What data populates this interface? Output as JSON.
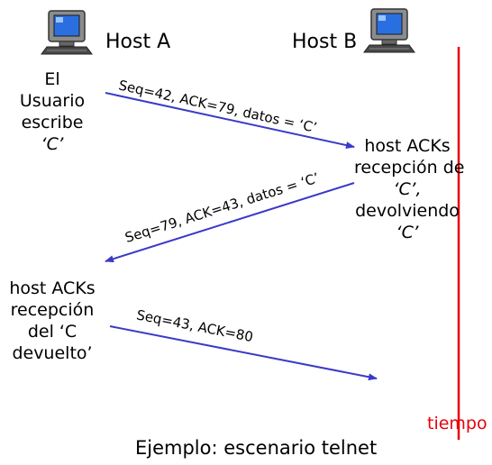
{
  "hosts": {
    "a_label": "Host A",
    "b_label": "Host B"
  },
  "notes": {
    "user_types": [
      "El",
      "Usuario",
      "escribe",
      "‘C’"
    ],
    "host_b_ack": [
      "host ACKs",
      "recepción de",
      "‘C’,",
      "devolviendo",
      "‘C’"
    ],
    "host_a_ack": [
      "host ACKs",
      "recepción",
      "del ‘C",
      "devuelto’"
    ]
  },
  "messages": [
    {
      "label": "Seq=42, ACK=79, datos = ‘C’",
      "direction": "A to B"
    },
    {
      "label": "Seq=79, ACK=43, datos = ‘C’",
      "direction": "B to A"
    },
    {
      "label": "Seq=43, ACK=80",
      "direction": "A to B"
    }
  ],
  "timeline_label": "tiempo",
  "caption": "Ejemplo: escenario telnet",
  "colors": {
    "arrow": "#3a3ac8",
    "timeline": "#e8000b",
    "monitor_frame": "#6a6a6a",
    "monitor_screen": "#2a6fe0"
  },
  "icons": [
    "computer-icon",
    "computer-icon"
  ]
}
